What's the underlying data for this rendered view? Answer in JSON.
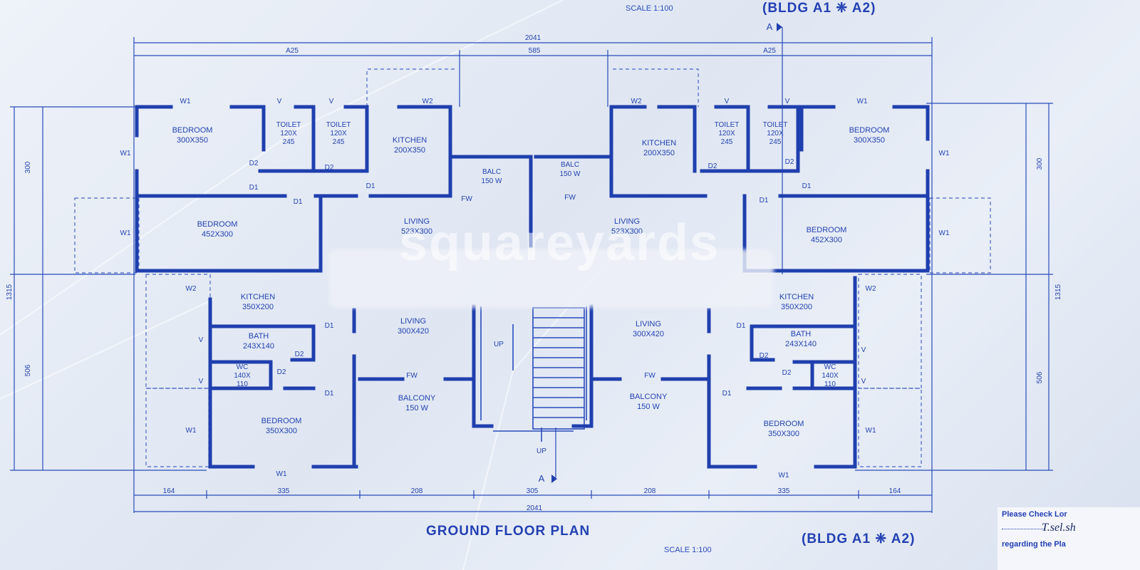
{
  "title": "GROUND FLOOR PLAN",
  "building": "(BLDG A1 ❈ A2)",
  "building_top": "(BLDG A1 ❈ A2)",
  "scale_top": "SCALE 1:100",
  "scale_bottom": "SCALE 1:100",
  "section_marker": "A",
  "note_line1": "Please Check Lor",
  "note_sign": "T.sel.sh",
  "note_line2": "regarding the Pla",
  "watermark_text": "squareyards",
  "dims_top": {
    "overall": "2041",
    "left": "A25",
    "mid": "585",
    "right": "A25"
  },
  "dims_bottom": {
    "overall": "2041",
    "d1": "164",
    "d2": "335",
    "d3": "208",
    "d4": "305",
    "d5": "208",
    "d6": "335",
    "d7": "164"
  },
  "dims_side": {
    "left_top": "300",
    "left_mid": "1315",
    "left_bot": "506",
    "right_top": "300",
    "right_mid": "1315",
    "right_bot": "506"
  },
  "rooms": {
    "ul_bedroom": {
      "name": "BEDROOM",
      "size": "300X350"
    },
    "ul_toilet1": {
      "name": "TOILET",
      "size": "120X",
      "size2": "245"
    },
    "ul_toilet2": {
      "name": "TOILET",
      "size": "120X",
      "size2": "245"
    },
    "ul_kitchen": {
      "name": "KITCHEN",
      "size": "200X350"
    },
    "balc_l": {
      "name": "BALC",
      "size": "150 W"
    },
    "balc_r": {
      "name": "BALC",
      "size": "150 W"
    },
    "ur_kitchen": {
      "name": "KITCHEN",
      "size": "200X350"
    },
    "ur_toilet1": {
      "name": "TOILET",
      "size": "120X",
      "size2": "245"
    },
    "ur_toilet2": {
      "name": "TOILET",
      "size": "120X",
      "size2": "245"
    },
    "ur_bedroom": {
      "name": "BEDROOM",
      "size": "300X350"
    },
    "ul_bedroom2": {
      "name": "BEDROOM",
      "size": "452X300"
    },
    "ul_living": {
      "name": "LIVING",
      "size": "523X300"
    },
    "ur_living": {
      "name": "LIVING",
      "size": "523X300"
    },
    "ur_bedroom2": {
      "name": "BEDROOM",
      "size": "452X300"
    },
    "ll_kitchen": {
      "name": "KITCHEN",
      "size": "350X200"
    },
    "ll_bath": {
      "name": "BATH",
      "size": "243X140"
    },
    "ll_wc": {
      "name": "WC",
      "size": "140X",
      "size2": "110"
    },
    "ll_living": {
      "name": "LIVING",
      "size": "300X420"
    },
    "ll_balcony": {
      "name": "BALCONY",
      "size": "150 W"
    },
    "ll_bedroom": {
      "name": "BEDROOM",
      "size": "350X300"
    },
    "lr_living": {
      "name": "LIVING",
      "size": "300X420"
    },
    "lr_balcony": {
      "name": "BALCONY",
      "size": "150 W"
    },
    "lr_kitchen": {
      "name": "KITCHEN",
      "size": "350X200"
    },
    "lr_bath": {
      "name": "BATH",
      "size": "243X140"
    },
    "lr_wc": {
      "name": "WC",
      "size": "140X",
      "size2": "110"
    },
    "lr_bedroom": {
      "name": "BEDROOM",
      "size": "350X300"
    }
  },
  "tags": {
    "d1": "D1",
    "d2": "D2",
    "w1": "W1",
    "w2": "W2",
    "v": "V",
    "fw": "FW",
    "up": "UP"
  }
}
